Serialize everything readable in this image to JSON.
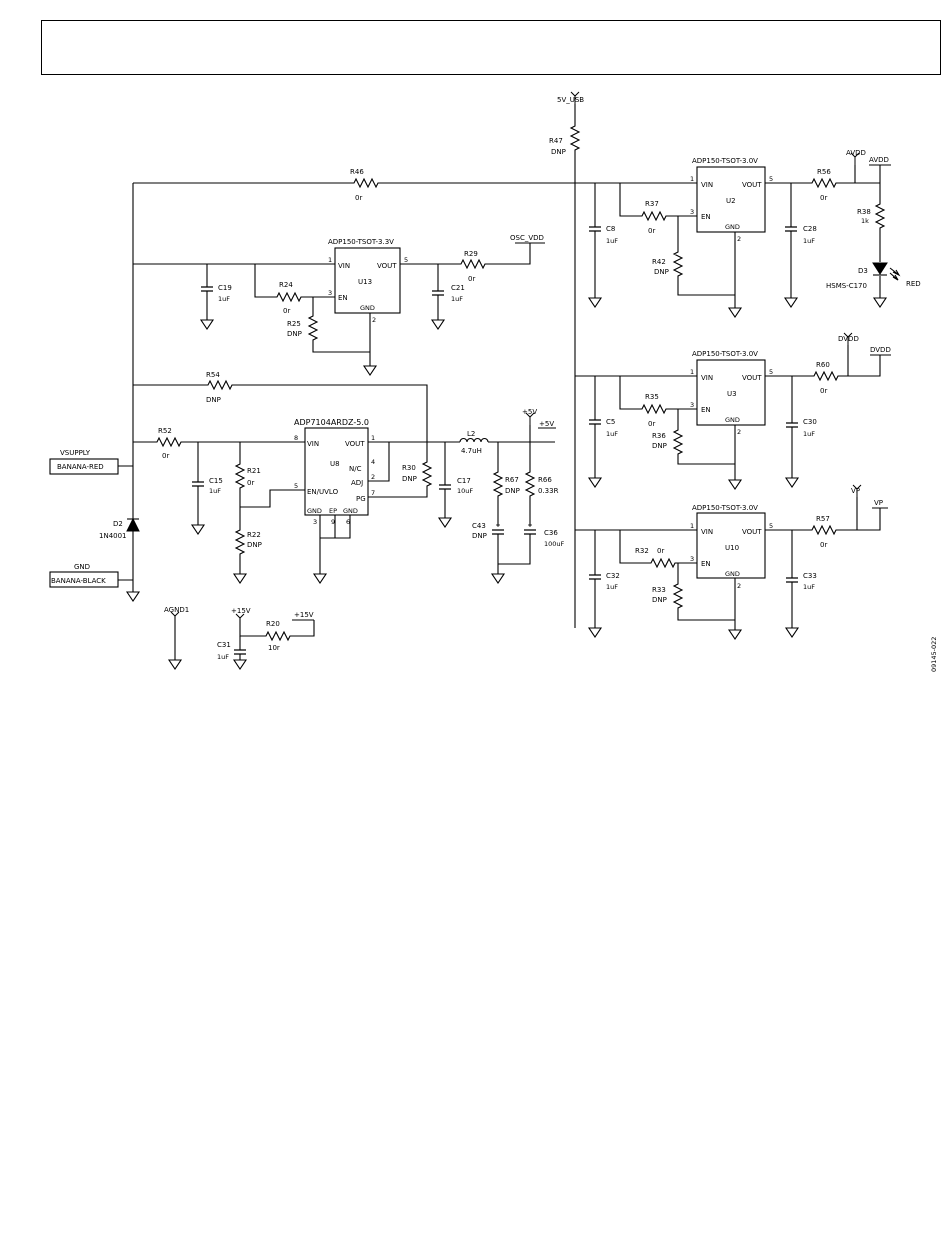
{
  "header": {
    "title": ""
  },
  "nets": {
    "usb5v": "5V_USB",
    "osc_vdd": "OSC_VDD",
    "avdd": "AVDD",
    "dvdd": "DVDD",
    "vp": "VP",
    "p5v": "+5V",
    "p15v": "+15V",
    "vsupply": "VSUPPLY",
    "gnd": "GND",
    "agnd1": "AGND1"
  },
  "connectors": {
    "banana_red": "BANANA-RED",
    "banana_black": "BANANA-BLACK"
  },
  "parts": {
    "r46": {
      "ref": "R46",
      "val": "0r"
    },
    "r47": {
      "ref": "R47",
      "val": "DNP"
    },
    "r24": {
      "ref": "R24",
      "val": "0r"
    },
    "r25": {
      "ref": "R25",
      "val": "DNP"
    },
    "r29": {
      "ref": "R29",
      "val": "0r"
    },
    "r37": {
      "ref": "R37",
      "val": "0r"
    },
    "r42": {
      "ref": "R42",
      "val": "DNP"
    },
    "r56": {
      "ref": "R56",
      "val": "0r"
    },
    "r38a": {
      "ref": "R38",
      "val": "1k"
    },
    "r54": {
      "ref": "R54",
      "val": "DNP"
    },
    "r52": {
      "ref": "R52",
      "val": "0r"
    },
    "r21": {
      "ref": "R21",
      "val": "0r"
    },
    "r22": {
      "ref": "R22",
      "val": "DNP"
    },
    "r30": {
      "ref": "R30",
      "val": "DNP"
    },
    "r67": {
      "ref": "R67",
      "val": "DNP"
    },
    "r66": {
      "ref": "R66",
      "val": "0.33R"
    },
    "r35": {
      "ref": "R35",
      "val": "0r"
    },
    "r36": {
      "ref": "R36",
      "val": "DNP"
    },
    "r60": {
      "ref": "R60",
      "val": "0r"
    },
    "r32": {
      "ref": "R32",
      "val": "0r"
    },
    "r33": {
      "ref": "R33",
      "val": "DNP"
    },
    "r57": {
      "ref": "R57",
      "val": "0r"
    },
    "r20": {
      "ref": "R20",
      "val": "10r"
    },
    "c19": {
      "ref": "C19",
      "val": "1uF"
    },
    "c21": {
      "ref": "C21",
      "val": "1uF"
    },
    "c8": {
      "ref": "C8",
      "val": "1uF"
    },
    "c28": {
      "ref": "C28",
      "val": "1uF"
    },
    "c15": {
      "ref": "C15",
      "val": "1uF"
    },
    "c17": {
      "ref": "C17",
      "val": "10uF"
    },
    "c43": {
      "ref": "C43",
      "val": "DNP"
    },
    "c36": {
      "ref": "C36",
      "val": "100uF"
    },
    "c5": {
      "ref": "C5",
      "val": "1uF"
    },
    "c30": {
      "ref": "C30",
      "val": "1uF"
    },
    "c32": {
      "ref": "C32",
      "val": "1uF"
    },
    "c33": {
      "ref": "C33",
      "val": "1uF"
    },
    "c31": {
      "ref": "C31",
      "val": "1uF"
    },
    "l2": {
      "ref": "L2",
      "val": "4.7uH"
    },
    "d2": {
      "ref": "D2",
      "val": "1N4001"
    },
    "d3": {
      "ref": "D3",
      "val": "HSMS-C170",
      "color": "RED"
    }
  },
  "ics": {
    "u13": {
      "part": "ADP150-TSOT-3.3V",
      "ref": "U13",
      "vin": "VIN",
      "vout": "VOUT",
      "en": "EN",
      "gnd": "GND",
      "p1": "1",
      "p2": "2",
      "p3": "3",
      "p5": "5"
    },
    "u2": {
      "part": "ADP150-TSOT-3.0V",
      "ref": "U2",
      "vin": "VIN",
      "vout": "VOUT",
      "en": "EN",
      "gnd": "GND",
      "p1": "1",
      "p2": "2",
      "p3": "3",
      "p5": "5"
    },
    "u3": {
      "part": "ADP150-TSOT-3.0V",
      "ref": "U3",
      "vin": "VIN",
      "vout": "VOUT",
      "en": "EN",
      "gnd": "GND",
      "p1": "1",
      "p2": "2",
      "p3": "3",
      "p5": "5"
    },
    "u10": {
      "part": "ADP150-TSOT-3.0V",
      "ref": "U10",
      "vin": "VIN",
      "vout": "VOUT",
      "en": "EN",
      "gnd": "GND",
      "p1": "1",
      "p2": "2",
      "p3": "3",
      "p5": "5"
    },
    "u8": {
      "part": "ADP7104ARDZ-5.0",
      "ref": "U8",
      "vin": "VIN",
      "vout": "VOUT",
      "nc": "N/C",
      "adj": "ADJ",
      "en": "EN/UVLO",
      "pg": "PG",
      "gnd1": "GND",
      "ep": "EP",
      "gnd2": "GND",
      "p8": "8",
      "p1": "1",
      "p4": "4",
      "p2": "2",
      "p7": "7",
      "p5": "5",
      "p3": "3",
      "p9": "9",
      "p6": "6"
    }
  },
  "figure_id": "09145-022"
}
